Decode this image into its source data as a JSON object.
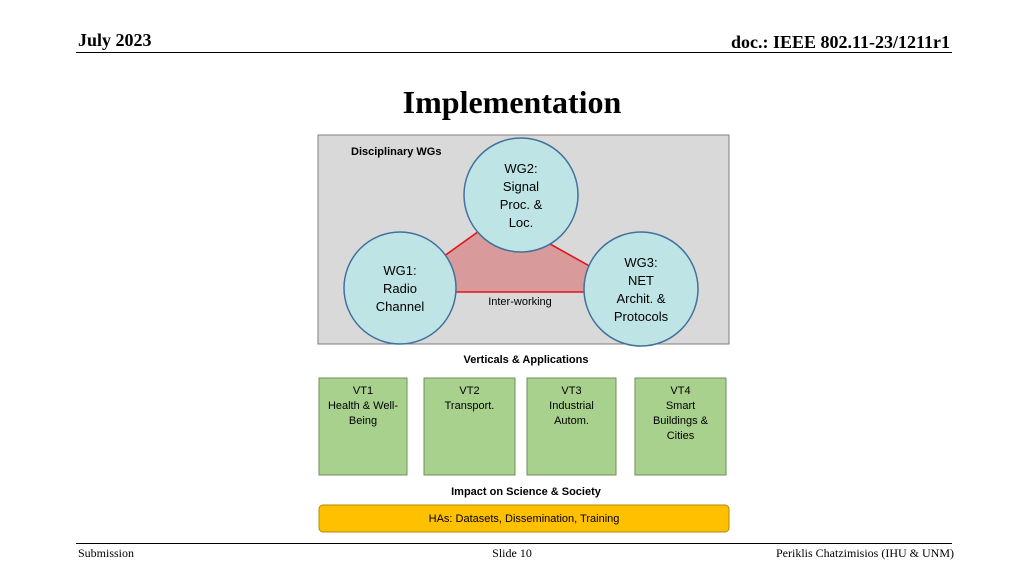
{
  "header": {
    "date": "July 2023",
    "doc": "doc.: IEEE 802.11-23/1211r1"
  },
  "title": "Implementation",
  "diagram": {
    "group_label": "Disciplinary WGs",
    "working_groups": [
      {
        "id": "wg2",
        "lines": [
          "WG2:",
          "Signal",
          "Proc. &",
          "Loc."
        ]
      },
      {
        "id": "wg1",
        "lines": [
          "WG1:",
          "Radio",
          "Channel"
        ]
      },
      {
        "id": "wg3",
        "lines": [
          "WG3:",
          "NET",
          "Archit. &",
          "Protocols"
        ]
      }
    ],
    "interworking_label": "Inter-working",
    "verticals_label": "Verticals & Applications",
    "verticals": [
      {
        "id": "vt1",
        "lines": [
          "VT1",
          "Health & Well-",
          "Being"
        ]
      },
      {
        "id": "vt2",
        "lines": [
          "VT2",
          "Transport."
        ]
      },
      {
        "id": "vt3",
        "lines": [
          "VT3",
          "Industrial",
          "Autom."
        ]
      },
      {
        "id": "vt4",
        "lines": [
          "VT4",
          "Smart",
          "Buildings &",
          "Cities"
        ]
      }
    ],
    "impact_label": "Impact on Science & Society",
    "impact_bar": "HAs: Datasets, Dissemination, Training"
  },
  "colors": {
    "group_bg": "#d9d9d9",
    "circle_fill": "#bfe4e6",
    "circle_stroke": "#41719c",
    "triangle_fill": "#d89a9a",
    "triangle_stroke": "#e0141e",
    "vertical_fill": "#a9d18e",
    "vertical_stroke": "#6f8f5a",
    "bar_fill": "#ffc000",
    "bar_stroke": "#b58a00"
  },
  "footer": {
    "left": "Submission",
    "center": "Slide 10",
    "right": "Periklis Chatzimisios (IHU & UNM)"
  }
}
